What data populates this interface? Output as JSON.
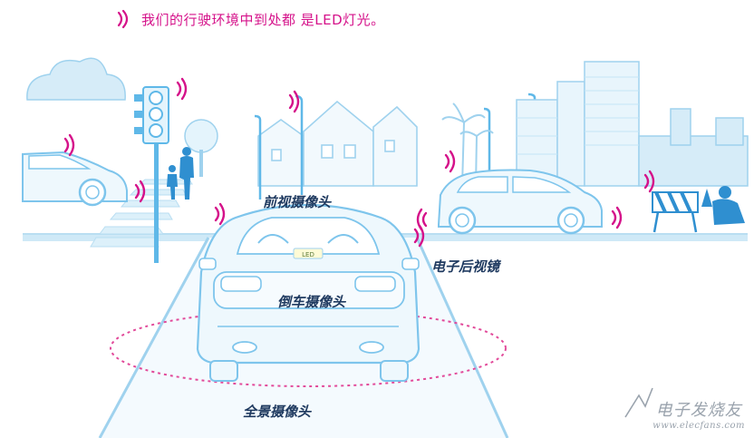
{
  "headline": "我们的行驶环境中到处都 是LED灯光。",
  "labels": {
    "front_camera": "前视摄像头",
    "rearview_mirror": "电子后视镜",
    "rear_camera": "倒车摄像头",
    "surround_camera": "全景摄像头"
  },
  "license_plate": "LED",
  "watermark": {
    "title": "电子发烧友",
    "url": "www.elecfans.com"
  },
  "colors": {
    "signal": "#d5128a",
    "line": "#5fb8e8",
    "fill_light": "#dff1fb",
    "road": "#cde9f8",
    "ring": "#e24a9a",
    "label": "#1f3a60"
  }
}
